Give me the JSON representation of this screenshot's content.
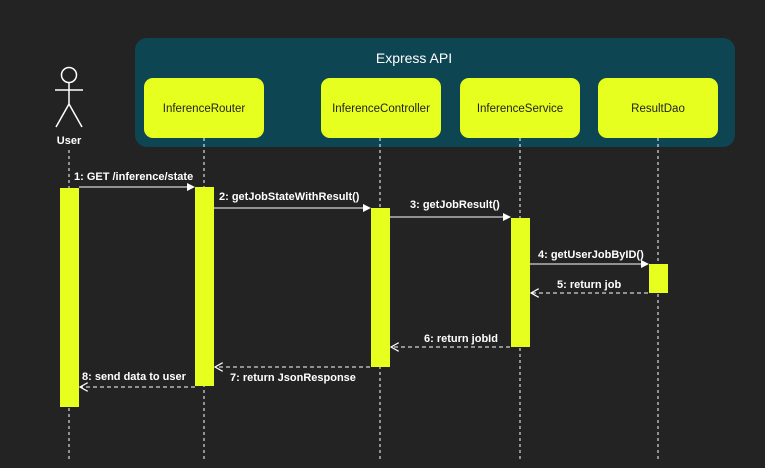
{
  "colors": {
    "background": "#232323",
    "group_fill": "#0d4553",
    "participant_fill": "#e6ff1e",
    "activation_fill": "#e6ff1e",
    "line": "#ffffff"
  },
  "group": {
    "label": "Express API"
  },
  "actor": {
    "label": "User",
    "icon": "stick-figure-icon"
  },
  "participants": [
    {
      "id": "router",
      "label": "InferenceRouter"
    },
    {
      "id": "controller",
      "label": "InferenceController"
    },
    {
      "id": "service",
      "label": "InferenceService"
    },
    {
      "id": "dao",
      "label": "ResultDao"
    }
  ],
  "messages": [
    {
      "label": "1: GET /inference/state",
      "type": "call"
    },
    {
      "label": "2: getJobStateWithResult()",
      "type": "call"
    },
    {
      "label": "3: getJobResult()",
      "type": "call"
    },
    {
      "label": "4: getUserJobByID()",
      "type": "call"
    },
    {
      "label": "5: return job",
      "type": "return"
    },
    {
      "label": "6: return jobId",
      "type": "return"
    },
    {
      "label": "7: return JsonResponse",
      "type": "return"
    },
    {
      "label": "8: send data to user",
      "type": "return"
    }
  ]
}
